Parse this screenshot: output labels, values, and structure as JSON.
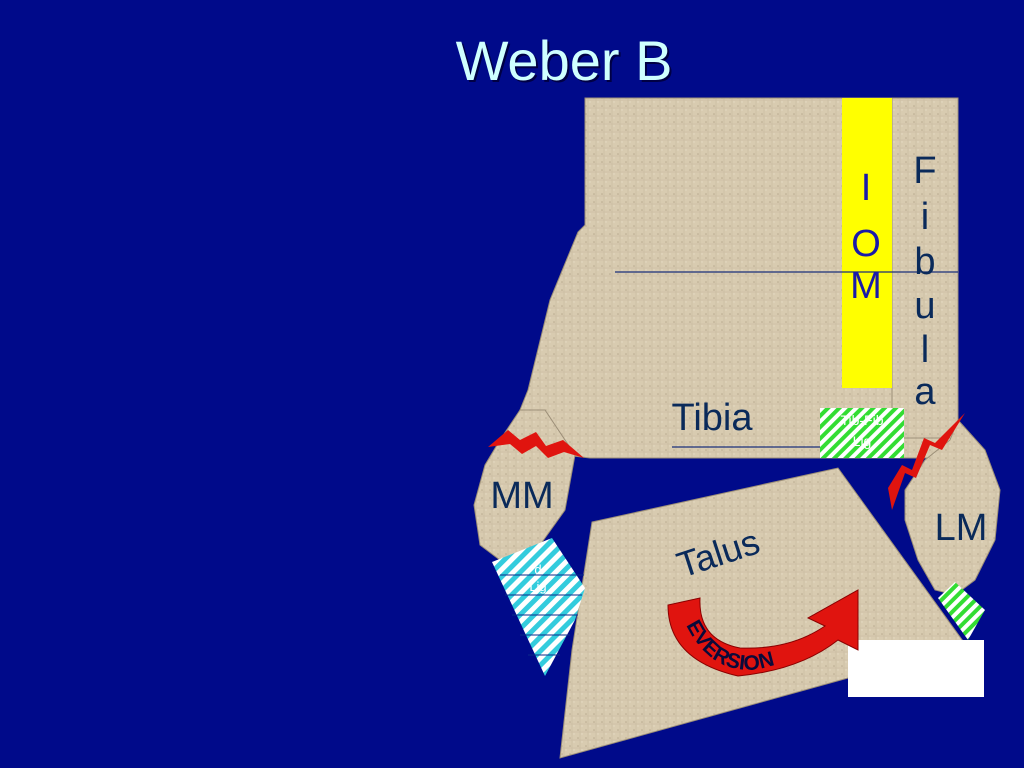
{
  "slide": {
    "title": "Weber B"
  },
  "labels": {
    "fibula_letters": [
      "F",
      "i",
      "b",
      "u",
      "l",
      "a"
    ],
    "iom_letters": [
      "I",
      "O",
      "M"
    ],
    "tibia": "Tibia",
    "tib_fib_lig_line1": "Tib-Fib",
    "tib_fib_lig_line2": "Lig",
    "medial_malleolus": "MM",
    "lateral_malleolus": "LM",
    "talus": "Talus",
    "eversion": "EVERSION",
    "deltoid_ligament_line1": "d",
    "deltoid_ligament_line2": "Lig"
  },
  "colors": {
    "background": "#000a8a",
    "bone": "#d8cbb0",
    "iom": "#ffff00",
    "fracture": "#e0140f",
    "ligament_green": "#33dd33",
    "ligament_cyan": "#33ccdd",
    "label_dark": "#0a2a5a",
    "title": "#cfffff"
  }
}
